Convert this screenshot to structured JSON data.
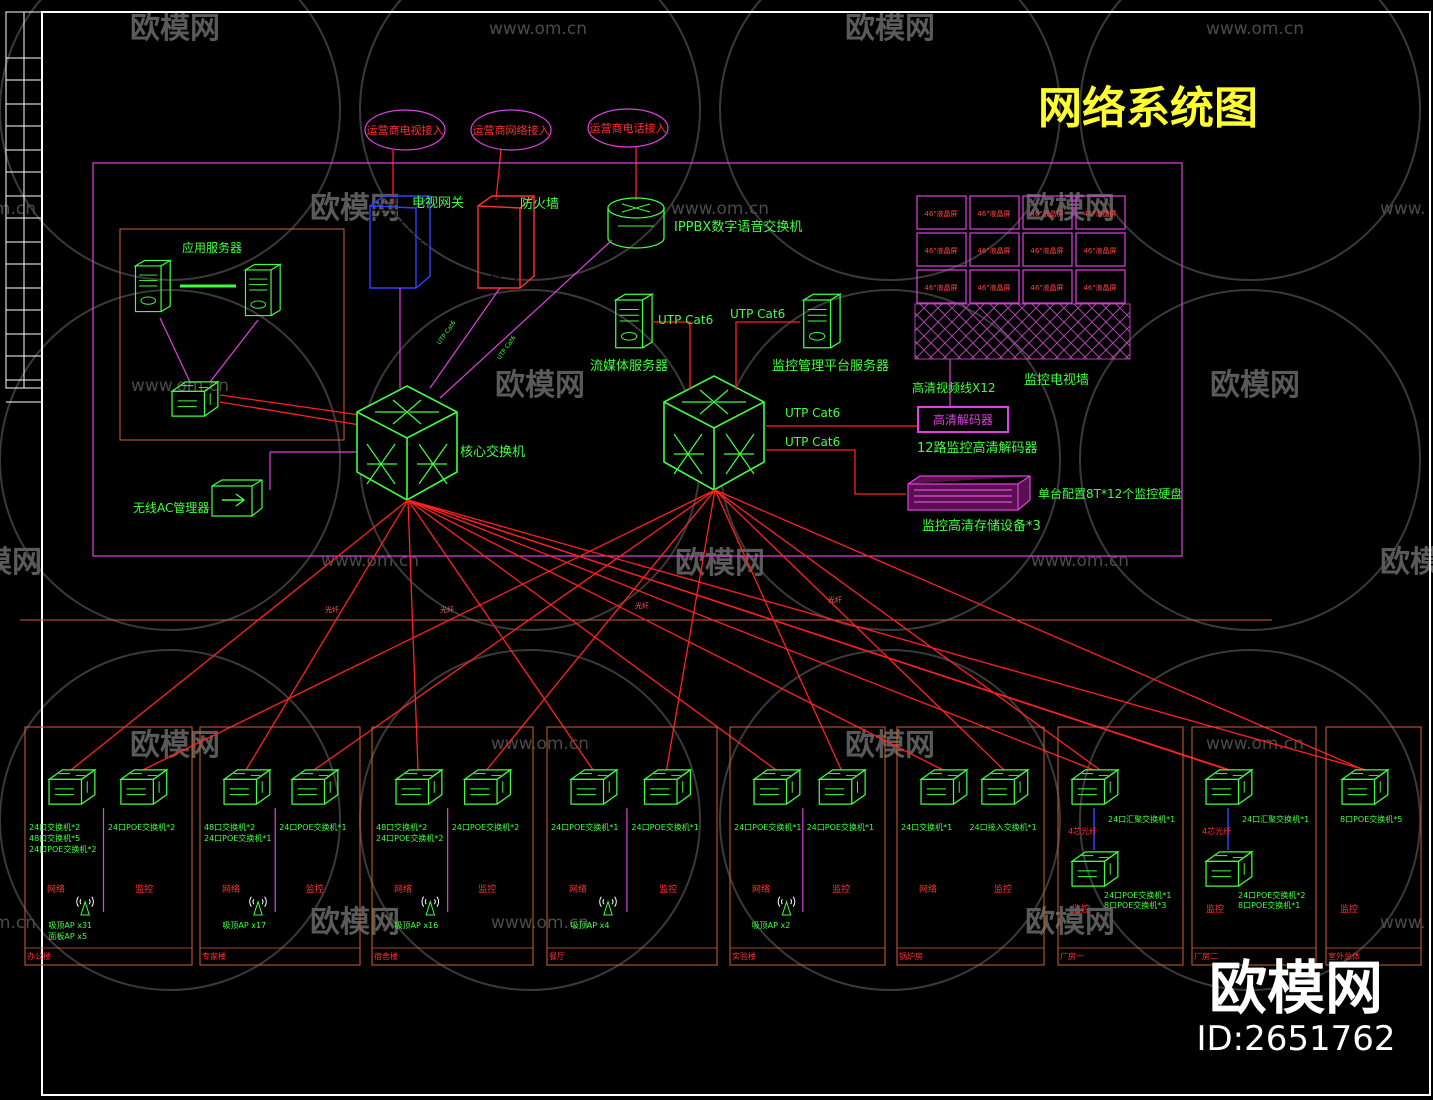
{
  "title": "网络系统图",
  "watermark": {
    "brand": "欧模网",
    "url": "www.om.cn",
    "url_cut_left": "om.cn",
    "url_cut_right": "www.",
    "brand_cut": "欧模网",
    "id": "ID:2651762"
  },
  "isp": {
    "tv": "运营商电视接入",
    "net": "运营商网络接入",
    "phone": "运营商电话接入"
  },
  "top": {
    "tv_gateway": "电视网关",
    "firewall": "防火墙",
    "ippbx": "IPPBX数字语音交换机",
    "app_server": "应用服务器",
    "core_switch": "核心交换机",
    "ac_manager": "无线AC管理器",
    "stream_server": "流媒体服务器",
    "monitor_platform": "监控管理平台服务器",
    "utp1": "UTP Cat6",
    "utp2": "UTP Cat6",
    "utp3": "UTP Cat6",
    "utp4": "UTP Cat6",
    "hd_lines": "高清视频线X12",
    "tv_wall": "监控电视墙",
    "decoder_box": "高清解码器",
    "decoder": "12路监控高清解码器",
    "storage_note": "单台配置8T*12个监控硬盘",
    "storage": "监控高清存储设备*3",
    "screen_label": "46\"液晶屏"
  },
  "fiber": "光纤",
  "zones": [
    {
      "left": "24口交换机*2\n48口交换机*5\n24口POE交换机*2",
      "right": "24口POE交换机*2",
      "net": "网络",
      "mon": "监控",
      "ap": "吸顶AP x31\n面板AP x5",
      "name": "办公楼"
    },
    {
      "left": "48口交换机*2\n24口POE交换机*1",
      "right": "24口POE交换机*1",
      "net": "网络",
      "mon": "监控",
      "ap": "吸顶AP x17",
      "name": "专家楼"
    },
    {
      "left": "48口交换机*2\n24口POE交换机*2",
      "right": "24口POE交换机*2",
      "net": "网络",
      "mon": "监控",
      "ap": "吸顶AP x16",
      "name": "宿舍楼"
    },
    {
      "left": "24口POE交换机*1",
      "right": "24口POE交换机*1",
      "net": "网络",
      "mon": "监控",
      "ap": "吸顶AP x4",
      "name": "餐厅"
    },
    {
      "left": "24口POE交换机*1",
      "right": "24口POE交换机*1",
      "net": "网络",
      "mon": "监控",
      "ap": "吸顶AP x2",
      "name": "实验楼"
    },
    {
      "left": "24口交换机*1",
      "right": "24口接入交换机*1",
      "net": "网络",
      "mon": "监控",
      "ap": "",
      "name": "锅炉房"
    },
    {
      "left": "4芯光纤",
      "right": "24口汇聚交换机*1",
      "net": "",
      "mon": "监控",
      "ap": "24口POE交换机*1\n8口POE交换机*3",
      "name": "厂房一"
    },
    {
      "left": "4芯光纤",
      "right": "24口汇聚交换机*1",
      "net": "",
      "mon": "监控",
      "ap": "24口POE交换机*2\n8口POE交换机*1",
      "name": "厂房二"
    },
    {
      "left": "",
      "right": "8口POE交换机*5",
      "net": "",
      "mon": "监控",
      "ap": "",
      "name": "室外总体"
    }
  ],
  "colors": {
    "title": "#ffff30",
    "label": "#40ff40",
    "cable": "#ff2020",
    "frame": "#e040e0",
    "zone": "#d06030"
  }
}
